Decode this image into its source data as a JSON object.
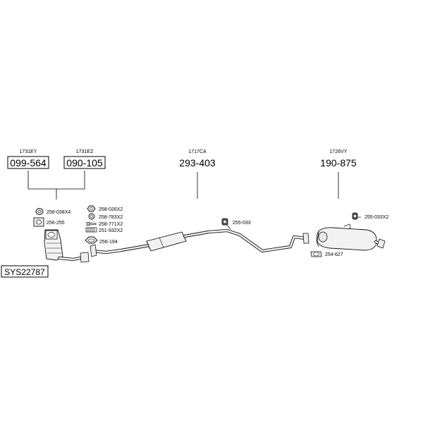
{
  "groups": [
    {
      "code": "1731EY",
      "number": "099-564"
    },
    {
      "code": "1731EZ",
      "number": "090-105"
    },
    {
      "code": "1717CA",
      "number": "293-403"
    },
    {
      "code": "1726VY",
      "number": "190-875"
    }
  ],
  "small_parts": {
    "left_ring": "258-038X4",
    "left_flange": "256-255",
    "nut": "258-026X2",
    "washer": "258-783X2",
    "bolt": "258-771X2",
    "spring": "251-932X2",
    "ring": "256-194",
    "hanger_mid": "255-033",
    "hanger_rear": "255-033X2",
    "clamp": "254-627"
  },
  "system_id": "SYS22787"
}
